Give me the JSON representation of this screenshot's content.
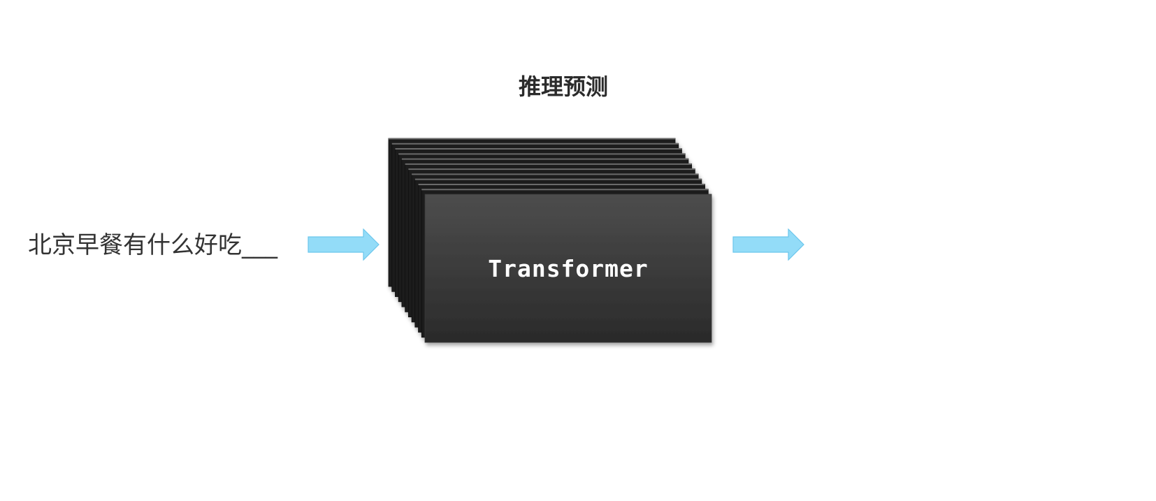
{
  "title": "推理预测",
  "input": {
    "text": "北京早餐有什么好吃___"
  },
  "model": {
    "label": "Transformer",
    "layer_count": 12,
    "colors": {
      "front_top": "#4d4d4d",
      "front_bottom": "#2a2a2a",
      "side": "#1c1c1c",
      "layer_edge": "#6a6a6a"
    }
  },
  "arrows": {
    "color": "#93dcf8",
    "stroke": "#6cc6ec",
    "icons": [
      "right-arrow-icon",
      "right-arrow-icon"
    ]
  }
}
